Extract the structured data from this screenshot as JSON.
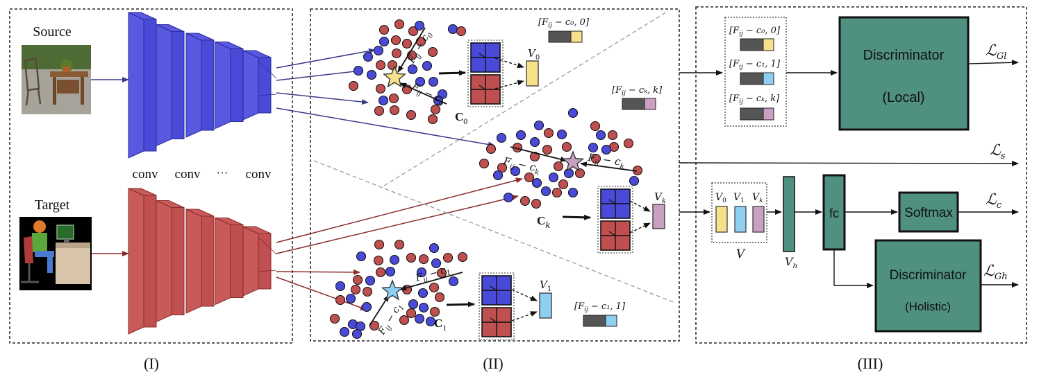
{
  "panels": {
    "one": {
      "caption": "(I)",
      "source_label": "Source",
      "target_label": "Target",
      "conv_labels": [
        "conv",
        "conv",
        "···",
        "conv"
      ]
    },
    "two": {
      "caption": "(II)",
      "center_labels": [
        "C",
        "C",
        "C"
      ],
      "center_subs": [
        "0",
        "k",
        "1"
      ],
      "vec_labels": [
        "V",
        "V",
        "V"
      ],
      "vec_subs": [
        "0",
        "k",
        "1"
      ],
      "dist_labels": [
        "F",
        "F",
        "F",
        "F",
        "F",
        "F"
      ],
      "pairs": [
        "[F",
        "[F",
        "[F"
      ],
      "pair_suffix": [
        " − c₀, 0]",
        " − cₖ, k]",
        " − c₁, 1]"
      ]
    },
    "three": {
      "caption": "(III)",
      "disc_local_title": "Discriminator",
      "disc_local_sub": "(Local)",
      "disc_holistic_title": "Discriminator",
      "disc_holistic_sub": "(Holistic)",
      "softmax": "Softmax",
      "fc": "fc",
      "v_label": "V",
      "vh_label": "V",
      "vh_sub": "h",
      "vec_heads": [
        "V",
        "V",
        "V"
      ],
      "vec_head_subs": [
        "0",
        "1",
        "k"
      ],
      "pairs": [
        "[F",
        "[F",
        "[F"
      ],
      "pair_suffix": [
        " − c₀, 0]",
        " − c₁, 1]",
        " − cₖ, k]"
      ],
      "losses": {
        "l": "ℒ",
        "gl_sub": "Gl",
        "s_sub": "s",
        "c_sub": "c",
        "gh_sub": "Gh"
      }
    }
  },
  "colors": {
    "blue": "#4a4ad8",
    "blue_dark": "#2a2a9a",
    "red": "#c05050",
    "red_dark": "#8a2a2a",
    "teal": "#4f9080",
    "yellow": "#f7e08a",
    "light_blue": "#8ecff2",
    "pink": "#caa0c2",
    "grey": "#555555"
  },
  "icons": [
    "star-icon",
    "lamp-icon"
  ]
}
